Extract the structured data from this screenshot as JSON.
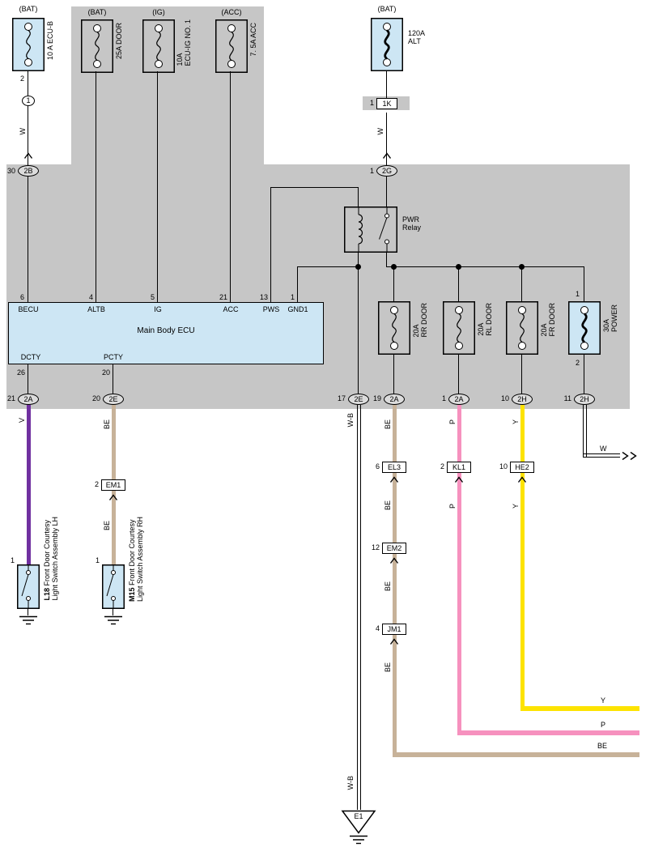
{
  "colors": {
    "background_gray": "#c6c6c6",
    "component_blue": "#cde6f4",
    "wire_violet": "#7030a0",
    "wire_beige": "#c7b299",
    "wire_pink": "#f691be",
    "wire_yellow": "#fde300"
  },
  "fuses": {
    "ecu_b": {
      "tag": "(BAT)",
      "name": "10 A ECU-B",
      "pin": "2"
    },
    "door": {
      "tag": "(BAT)",
      "name": "25A DOOR"
    },
    "ecu_ig": {
      "tag": "(IG)",
      "name_l1": "10A",
      "name_l2": "ECU-IG NO. 1"
    },
    "acc": {
      "tag": "(ACC)",
      "name": "7. 5A ACC"
    },
    "alt": {
      "tag": "(BAT)",
      "name_l1": "120A",
      "name_l2": "ALT"
    },
    "rr_door": {
      "name_l1": "20A",
      "name_l2": "RR DOOR"
    },
    "rl_door": {
      "name_l1": "20A",
      "name_l2": "RL DOOR"
    },
    "fr_door": {
      "name_l1": "20A",
      "name_l2": "FR DOOR"
    },
    "power": {
      "name_l1": "30A",
      "name_l2": "POWER",
      "pin_top": "1",
      "pin_bottom": "2"
    }
  },
  "relay": {
    "name_l1": "PWR",
    "name_l2": "Relay"
  },
  "ecu": {
    "title": "Main Body ECU",
    "pins_top": [
      {
        "num": "6",
        "label": "BECU"
      },
      {
        "num": "4",
        "label": "ALTB"
      },
      {
        "num": "5",
        "label": "IG"
      },
      {
        "num": "21",
        "label": "ACC"
      },
      {
        "num": "13",
        "label": "PWS"
      },
      {
        "num": "1",
        "label": "GND1"
      }
    ],
    "pins_bottom": [
      {
        "num": "26",
        "label": "DCTY"
      },
      {
        "num": "20",
        "label": "PCTY"
      }
    ]
  },
  "connectors": {
    "splice_1": "1",
    "k1": {
      "num": "1",
      "label": "1K"
    },
    "b2": {
      "num": "30",
      "label": "2B"
    },
    "g2": {
      "num": "1",
      "label": "2G"
    },
    "row": [
      {
        "num": "21",
        "label": "2A"
      },
      {
        "num": "20",
        "label": "2E"
      },
      {
        "num": "17",
        "label": "2E"
      },
      {
        "num": "19",
        "label": "2A"
      },
      {
        "num": "1",
        "label": "2A"
      },
      {
        "num": "10",
        "label": "2H"
      },
      {
        "num": "11",
        "label": "2H"
      }
    ],
    "em1": {
      "num": "2",
      "label": "EM1"
    },
    "el3": {
      "num": "6",
      "label": "EL3"
    },
    "kl1": {
      "num": "2",
      "label": "KL1"
    },
    "he2": {
      "num": "10",
      "label": "HE2"
    },
    "em2": {
      "num": "12",
      "label": "EM2"
    },
    "jm1": {
      "num": "4",
      "label": "JM1"
    }
  },
  "wire_labels": {
    "w": "W",
    "v": "V",
    "be": "BE",
    "p": "P",
    "y": "Y",
    "wb": "W-B"
  },
  "switches": {
    "lh": {
      "pin": "1",
      "id": "L18",
      "name_l1": "Front Door Courtesy",
      "name_l2": "Light Switch Assembly LH"
    },
    "rh": {
      "pin": "1",
      "id": "M15",
      "name_l1": "Front Door Courtesy",
      "name_l2": "Light Switch Assembly RH"
    }
  },
  "ground": {
    "e1": "E1"
  }
}
